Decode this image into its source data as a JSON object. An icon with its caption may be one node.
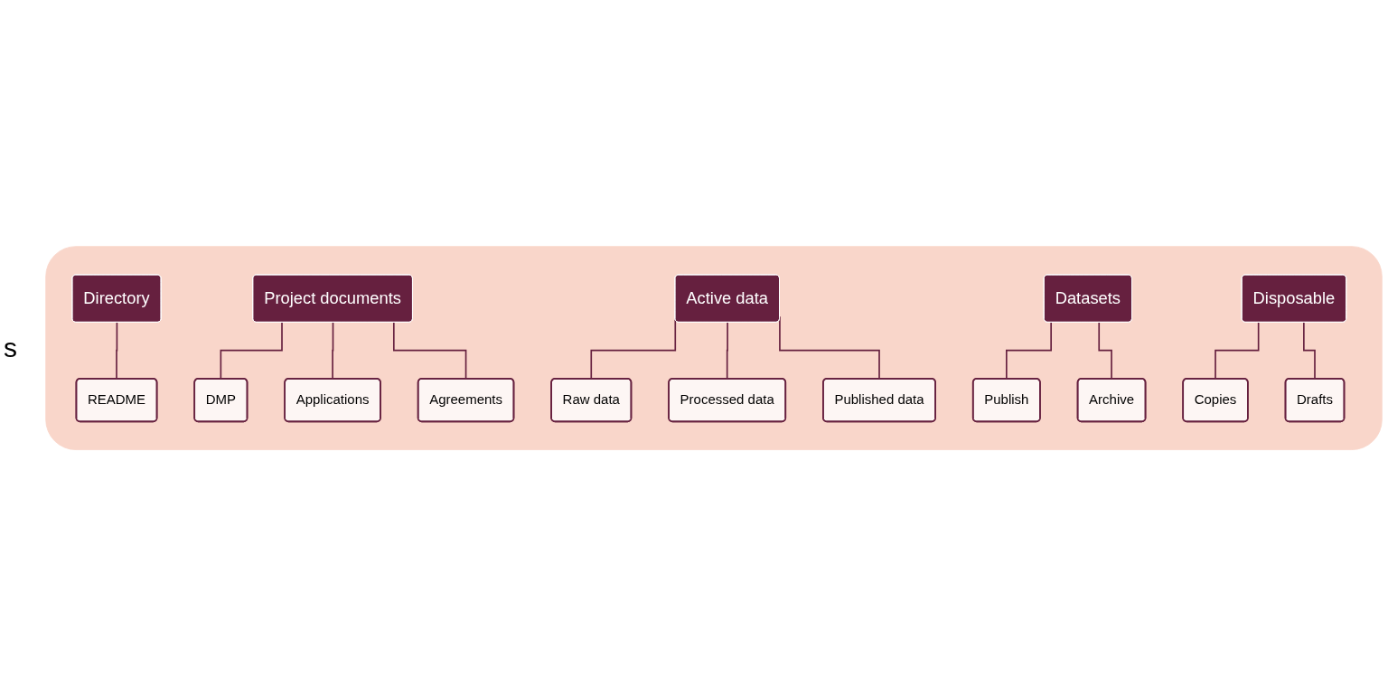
{
  "diagram": {
    "nodes": [
      {
        "text": [],
        "shape": "box"
      },
      {
        "text": [
          "Directory"
        ],
        "in": 0
      },
      {
        "text": [
          "README"
        ],
        "in": 0
      },
      {
        "text": [
          "Project documents"
        ],
        "in": 0
      },
      {
        "text": [
          "DMP"
        ],
        "in": 0
      },
      {
        "text": [
          "Applications"
        ],
        "in": 0
      },
      {
        "text": [
          "Agreements"
        ],
        "in": 0
      },
      {
        "text": [
          "Active data"
        ],
        "in": 0
      },
      {
        "text": [
          "Raw data"
        ],
        "in": 0
      },
      {
        "text": [
          "Processed data"
        ],
        "in": 0
      },
      {
        "text": [
          "Published data"
        ],
        "in": 0
      },
      {
        "text": [
          "Datasets"
        ],
        "in": 0
      },
      {
        "text": [
          "Publish"
        ],
        "in": 0
      },
      {
        "text": [
          "Archive"
        ],
        "in": 0
      },
      {
        "text": [
          "Disposable"
        ],
        "in": 0
      },
      {
        "text": [
          "Copies"
        ],
        "in": 0
      },
      {
        "text": [
          "Drafts"
        ],
        "in": 0
      }
    ],
    "edges": [
      {
        "from": 1,
        "to": 2,
        "arrow": "none"
      },
      {
        "from": 3,
        "to": 4,
        "arrow": "none"
      },
      {
        "from": 3,
        "to": 5,
        "arrow": "none"
      },
      {
        "from": 3,
        "to": 6,
        "arrow": "none"
      },
      {
        "from": 7,
        "to": 8,
        "arrow": "none"
      },
      {
        "from": 7,
        "to": 9,
        "arrow": "none"
      },
      {
        "from": 7,
        "to": 10,
        "arrow": "none"
      },
      {
        "from": 11,
        "to": 12,
        "arrow": "none"
      },
      {
        "from": 11,
        "to": 13,
        "arrow": "none"
      },
      {
        "from": 14,
        "to": 15,
        "arrow": "none"
      },
      {
        "from": 14,
        "to": 16,
        "arrow": "none"
      }
    ],
    "labels": [
      "s"
    ]
  }
}
